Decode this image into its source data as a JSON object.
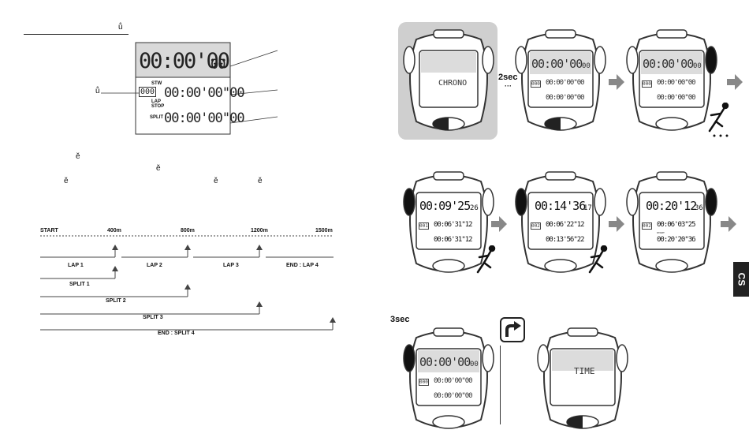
{
  "page": {
    "stray_glyph": "ů",
    "stray_marks": [
      "ě",
      "ě",
      "ě",
      "ě",
      "ě"
    ],
    "side_tab": "CS"
  },
  "display": {
    "main_time": "00:00'00",
    "main_hund": "00",
    "lap_time": "00:00'00\"00",
    "split_time": "00:00'00\"00",
    "counter": "000",
    "counter_marker": "ů",
    "labels": {
      "stw": "STW",
      "lap": "LAP",
      "stop": "STOP",
      "split": "SPLIT"
    }
  },
  "timeline": {
    "markers": [
      "START",
      "400m",
      "800m",
      "1200m",
      "1500m"
    ],
    "laps": [
      "LAP 1",
      "LAP 2",
      "LAP 3",
      "END : LAP 4"
    ],
    "splits": [
      "SPLIT 1",
      "SPLIT 2",
      "SPLIT 3",
      "END : SPLIT 4"
    ]
  },
  "steps": {
    "hold_2": "2sec",
    "hold_3": "3sec",
    "chrono_text": "CHRONO",
    "time_text": "TIME",
    "w2": {
      "main": "00:00'00",
      "hund": "00",
      "lap": "00:00'00\"00",
      "split": "00:00'00\"00",
      "counter": "000"
    },
    "w3": {
      "main": "00:00'00",
      "hund": "00",
      "lap": "00:00'00\"00",
      "split": "00:00'00\"00",
      "counter": "000"
    },
    "w4": {
      "main": "00:09'25",
      "hund": "26",
      "lap": "00:06'31\"12",
      "split": "00:06'31\"12",
      "counter": "001"
    },
    "w5": {
      "main": "00:14'36",
      "hund": "17",
      "lap": "00:06'22\"12",
      "split": "00:13'56\"22",
      "counter": "002"
    },
    "w6": {
      "main": "00:20'12",
      "hund": "36",
      "lap": "00:06'03\"25",
      "split": "00:20'20\"36",
      "counter": "002",
      "stat": "START"
    },
    "w7": {
      "main": "00:00'00",
      "hund": "00",
      "lap": "00:00'00\"00",
      "split": "00:00'00\"00",
      "counter": "000"
    }
  }
}
